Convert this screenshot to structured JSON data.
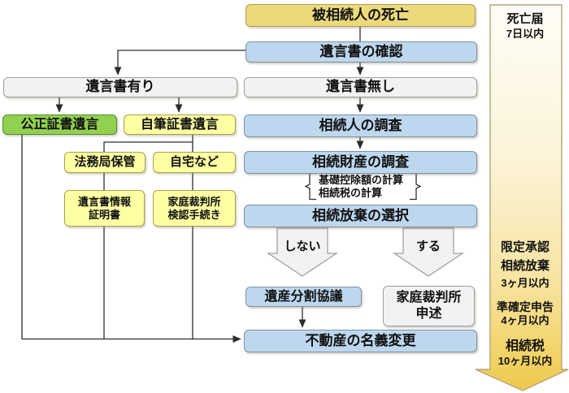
{
  "nodes": {
    "death": "被相続人の死亡",
    "will_check": "遺言書の確認",
    "will_exists": "遺言書有り",
    "will_none": "遺言書無し",
    "notarial_will": "公正証書遺言",
    "holograph_will": "自筆証書遺言",
    "heir_investigation": "相続人の調査",
    "legal_bureau": "法務局保管",
    "at_home": "自宅など",
    "asset_investigation": "相続財産の調査",
    "will_cert": {
      "line1": "遺言書情報",
      "line2": "証明書"
    },
    "probate": {
      "line1": "家庭裁判所",
      "line2": "検認手続き"
    },
    "renounce_select": "相続放棄の選択",
    "division_meeting": "遺産分割協議",
    "court_petition": {
      "line1": "家庭裁判所",
      "line2": "申述"
    },
    "realestate_rename": "不動産の名義変更"
  },
  "calc_note": {
    "line1": "基礎控除額の計算",
    "line2": "相続税の計算"
  },
  "decision": {
    "no": "しない",
    "yes": "する"
  },
  "timeline": {
    "death_report": {
      "title": "死亡届",
      "deadline": "7日以内"
    },
    "renounce": {
      "title": "限定承認",
      "title2": "相続放棄",
      "deadline": "3ヶ月以内"
    },
    "quasi_final_return": {
      "title": "準確定申告",
      "deadline": "4ヶ月以内"
    },
    "inheritance_tax": {
      "title": "相続税",
      "deadline": "10ヶ月以内"
    }
  },
  "colors": {
    "box_blue": "#bdd7ee",
    "box_gray": "#f2f2f2",
    "box_yellow": "#ffffa3",
    "box_gold": "#ecd97c",
    "box_green": "#92d050",
    "timeline_top": "#fefdf6",
    "timeline_bottom": "#eec84e",
    "line": "#2e2e2e"
  }
}
